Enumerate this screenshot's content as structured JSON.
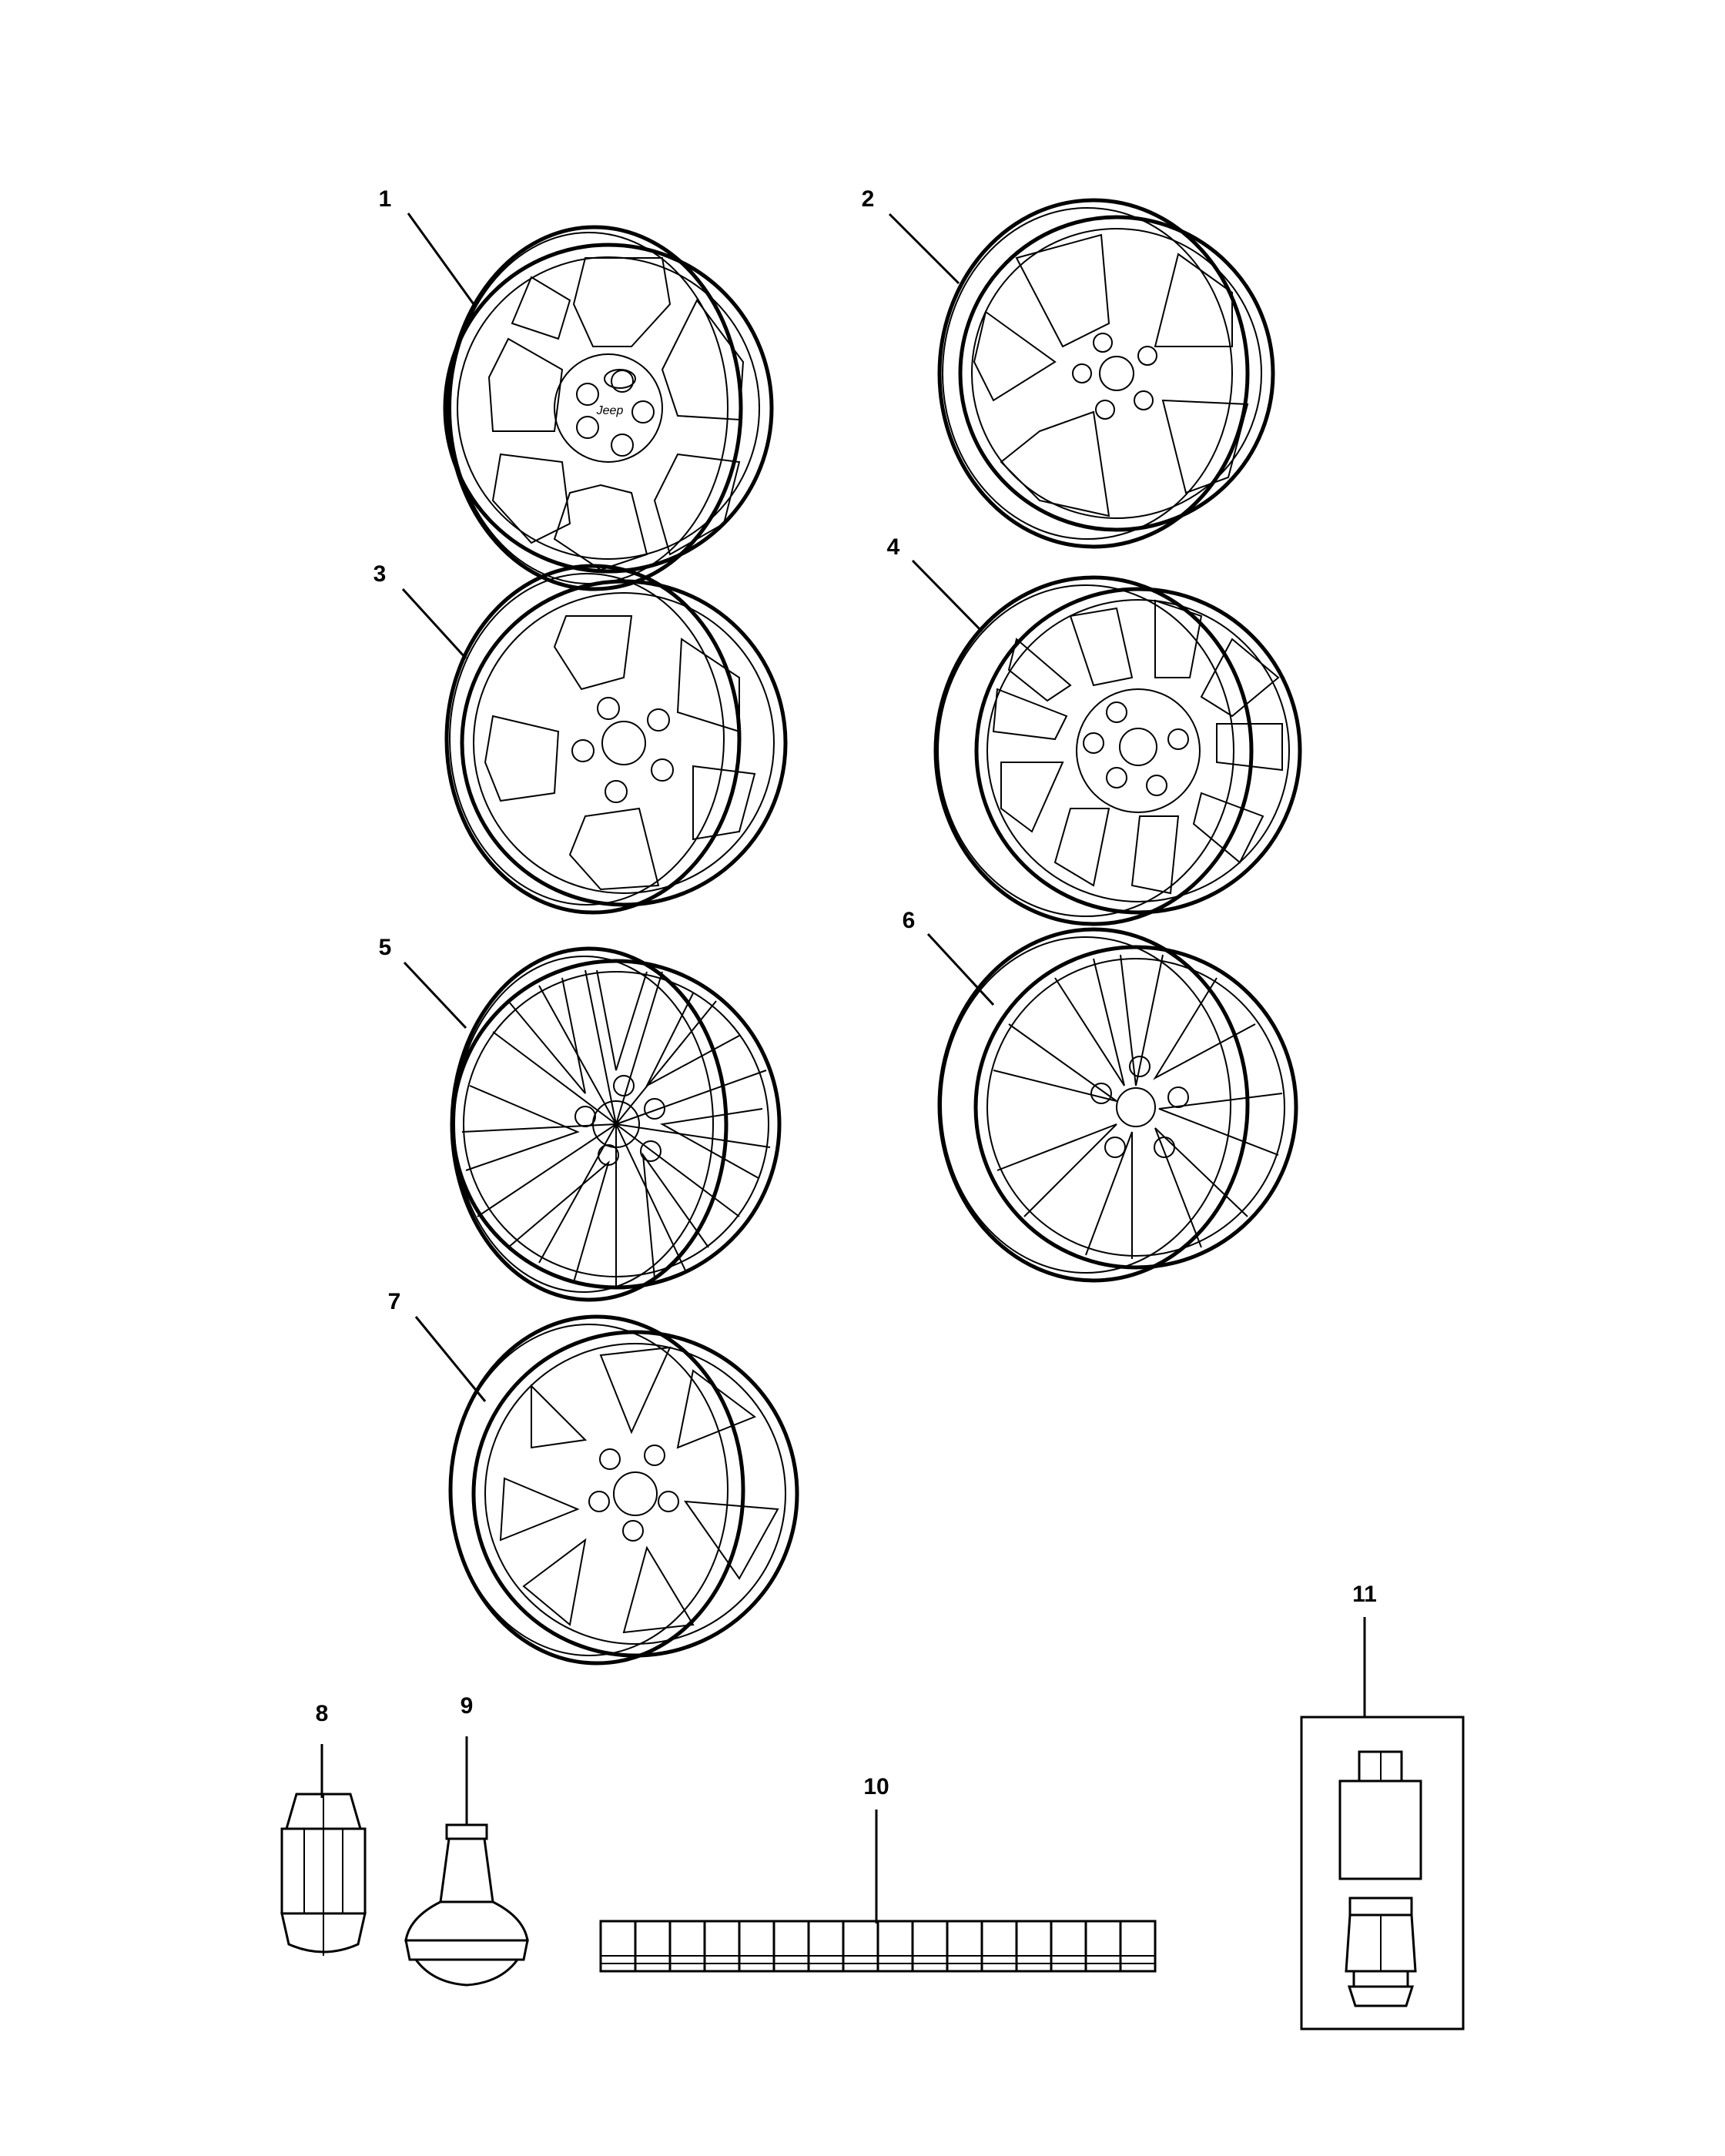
{
  "callouts": {
    "c1": "1",
    "c2": "2",
    "c3": "3",
    "c4": "4",
    "c5": "5",
    "c6": "6",
    "c7": "7",
    "c8": "8",
    "c9": "9",
    "c10": "10",
    "c11": "11"
  },
  "logo_text": "Jeep",
  "icons": {
    "wheel": "alloy-wheel-icon",
    "lug_nut": "lug-nut-icon",
    "valve_stem": "valve-stem-icon",
    "weights": "wheel-weight-strip-icon",
    "lock_kit": "wheel-lock-kit-icon"
  }
}
